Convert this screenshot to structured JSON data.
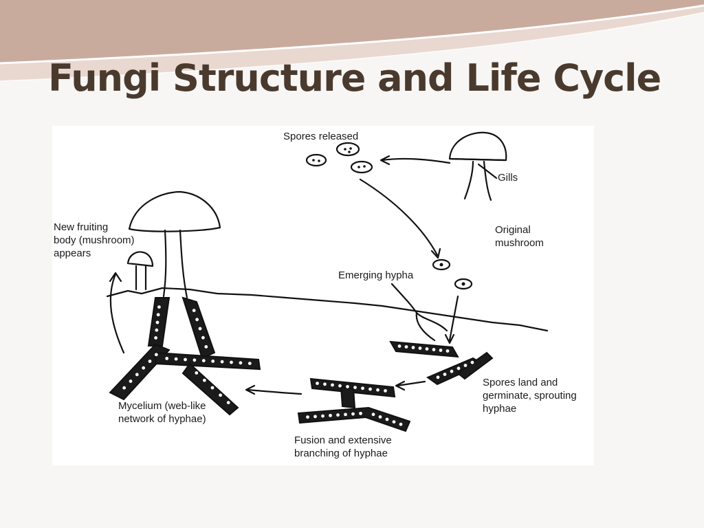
{
  "slide": {
    "title": "Fungi Structure and Life Cycle"
  },
  "theme": {
    "title_color": "#4a3a2e",
    "swoosh_dark": "#c9ab9e",
    "swoosh_light": "#e8d8d0",
    "background": "#f7f6f4"
  },
  "diagram": {
    "labels": {
      "spores_released": "Spores released",
      "gills": "Gills",
      "original_mushroom": [
        "Original",
        "mushroom"
      ],
      "new_fruiting_body": [
        "New fruiting",
        "body (mushroom)",
        "appears"
      ],
      "emerging_hypha": "Emerging hypha",
      "spores_land": [
        "Spores land and",
        "germinate, sprouting",
        "hyphae"
      ],
      "mycelium": [
        "Mycelium (web-like",
        "network of hyphae)"
      ],
      "fusion": [
        "Fusion and extensive",
        "branching of hyphae"
      ]
    }
  }
}
